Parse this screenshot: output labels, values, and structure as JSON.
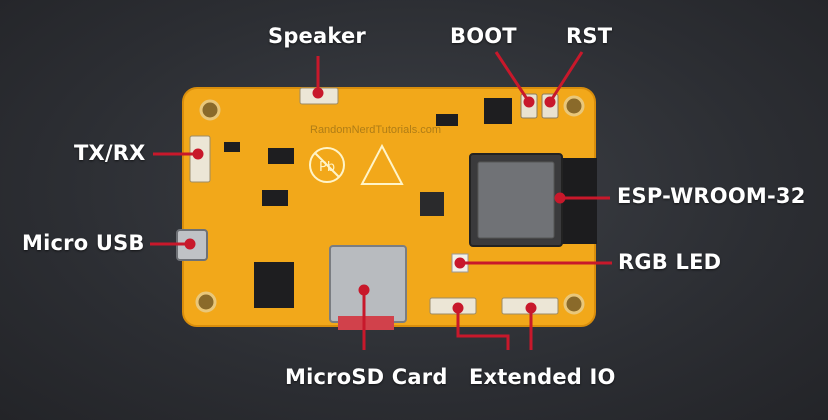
{
  "labels": {
    "speaker": "Speaker",
    "boot": "BOOT",
    "rst": "RST",
    "txrx": "TX/RX",
    "micro_usb": "Micro USB",
    "esp": "ESP-WROOM-32",
    "rgb_led": "RGB LED",
    "microsd": "MicroSD Card",
    "extended_io": "Extended IO"
  },
  "board": {
    "watermark": "RandomNerdTutorials.com",
    "pcb_color": "#f2a81a",
    "leader_color": "#c8182b",
    "silkscreen_pb": "Pb"
  }
}
